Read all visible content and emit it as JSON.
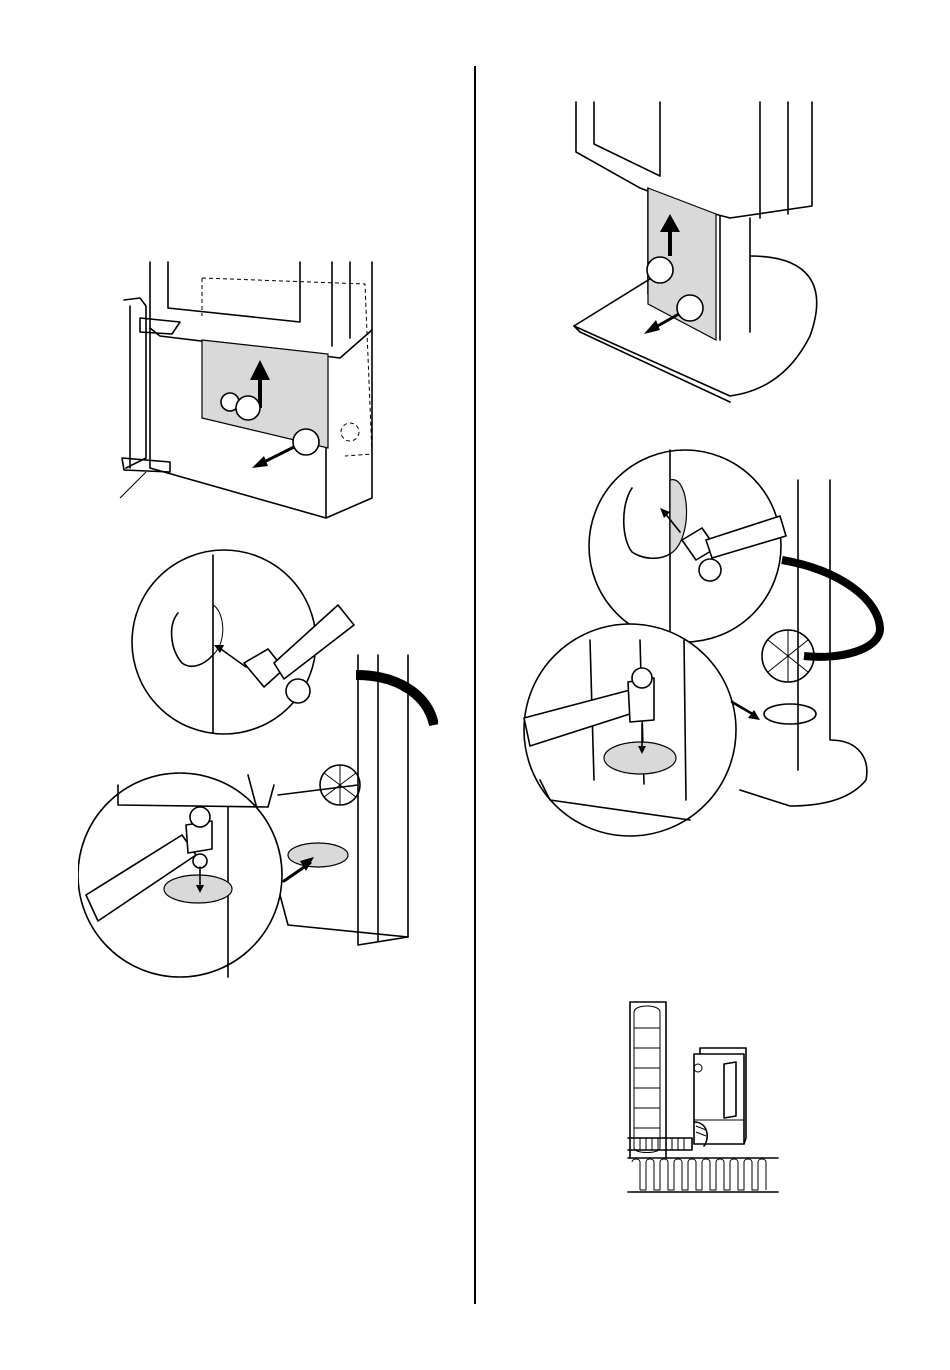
{
  "page": {
    "background": "#ffffff",
    "line_color": "#000000",
    "panel_fill": "#d9d9d9"
  },
  "figures": [
    {
      "id": "remove-front-panel-left",
      "icon": "stove-panel-removal-illustration"
    },
    {
      "id": "remove-front-panel-right",
      "icon": "stove-panel-removal-illustration"
    },
    {
      "id": "knockout-left",
      "icon": "hammer-knockout-illustration"
    },
    {
      "id": "knockout-right",
      "icon": "hammer-knockout-illustration"
    },
    {
      "id": "rear-connection",
      "icon": "wall-floor-connection-illustration"
    }
  ]
}
